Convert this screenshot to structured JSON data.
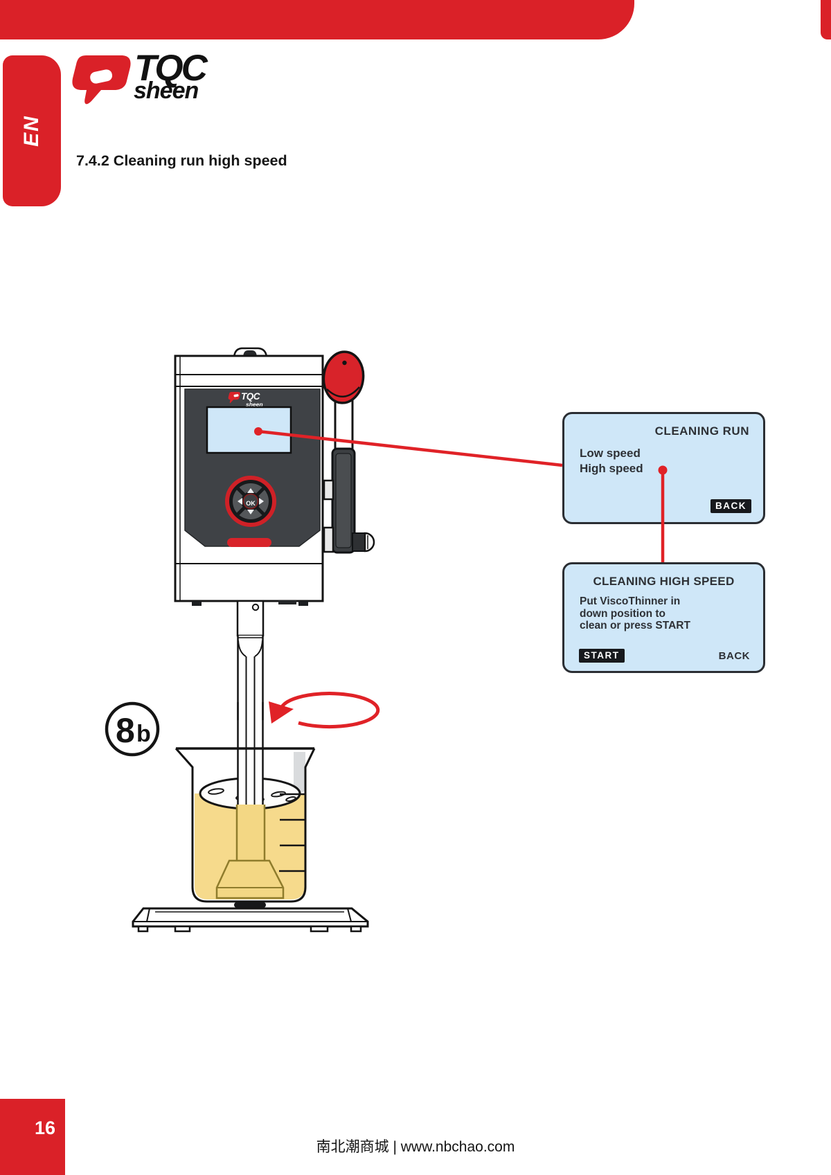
{
  "sidebar": {
    "language_tab": "EN"
  },
  "logo": {
    "brand": "TQC",
    "sub": "sheen"
  },
  "section": {
    "heading": "7.4.2 Cleaning run high speed"
  },
  "device": {
    "ok_label": "OK"
  },
  "diagram": {
    "step_number": "8",
    "step_suffix": "b"
  },
  "screens": {
    "cleaning_run": {
      "title": "CLEANING RUN",
      "options": [
        "Low speed",
        "High speed"
      ],
      "back_label": "BACK"
    },
    "cleaning_high_speed": {
      "title": "CLEANING HIGH SPEED",
      "lines": [
        "Put ViscoThinner in",
        "down position to",
        "clean or press START"
      ],
      "start_label": "START",
      "back_label": "BACK"
    }
  },
  "footer": {
    "page_number": "16",
    "site_text": "南北潮商城 | www.nbchao.com"
  },
  "colors": {
    "accent_red": "#da2128",
    "screen_blue": "#cfe7f8",
    "liquid_yellow": "#f6da8c",
    "panel_gray": "#3f4246"
  }
}
